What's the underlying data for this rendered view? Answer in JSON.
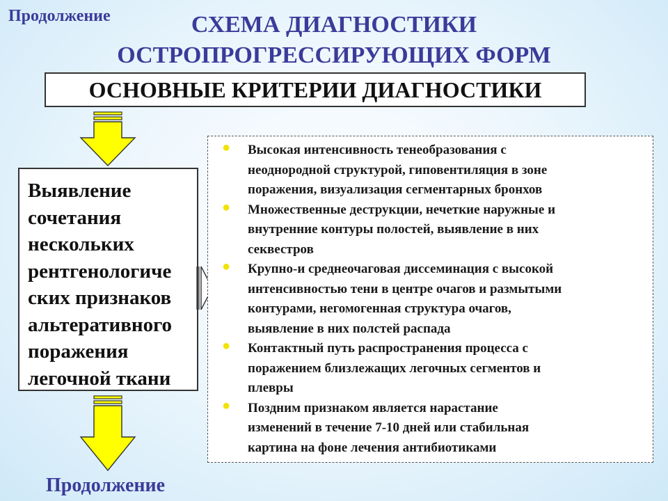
{
  "header": {
    "continue_label": "Продолжение",
    "title_line1": "СХЕМА ДИАГНОСТИКИ",
    "title_line2": "ОСТРОПРОГРЕССИРУЮЩИХ ФОРМ"
  },
  "criteria_box": {
    "text": "ОСНОВНЫЕ КРИТЕРИИ ДИАГНОСТИКИ"
  },
  "left_box": {
    "lines": [
      "Выявление",
      "сочетания",
      "нескольких",
      "рентгенологиче",
      "ских признаков",
      "альтеративного",
      "поражения",
      "легочной ткани"
    ]
  },
  "criteria_list": {
    "items": [
      [
        "Высокая интенсивность тенеобразования с",
        "неоднородной структурой, гиповентиляция в зоне",
        "поражения, визуализация сегментарных бронхов"
      ],
      [
        "Множественные деструкции, нечеткие наружные и",
        "внутренние контуры полостей, выявление в них",
        "секвестров"
      ],
      [
        "Крупно-и среднеочаговая диссеминация с высокой",
        "интенсивностью тени в центре очагов и размытыми",
        "контурами, негомогенная структура очагов,",
        "выявление в них полстей распада"
      ],
      [
        "Контактный путь распространения процесса с",
        "поражением близлежащих легочных сегментов и",
        "плевры"
      ],
      [
        "Поздним признаком является нарастание",
        "изменений в течение 7-10 дней или стабильная",
        "картина на фоне лечения антибиотиками"
      ]
    ]
  },
  "footer": {
    "continue_label": "Продолжение"
  },
  "colors": {
    "heading": "#3b3b99",
    "arrow_fill": "#ffff00",
    "bullet": "#f2e200"
  },
  "icons": {
    "down_arrow": "down-arrow-icon",
    "right_arrow": "right-arrow-icon",
    "bullet": "bullet-dot-icon"
  }
}
